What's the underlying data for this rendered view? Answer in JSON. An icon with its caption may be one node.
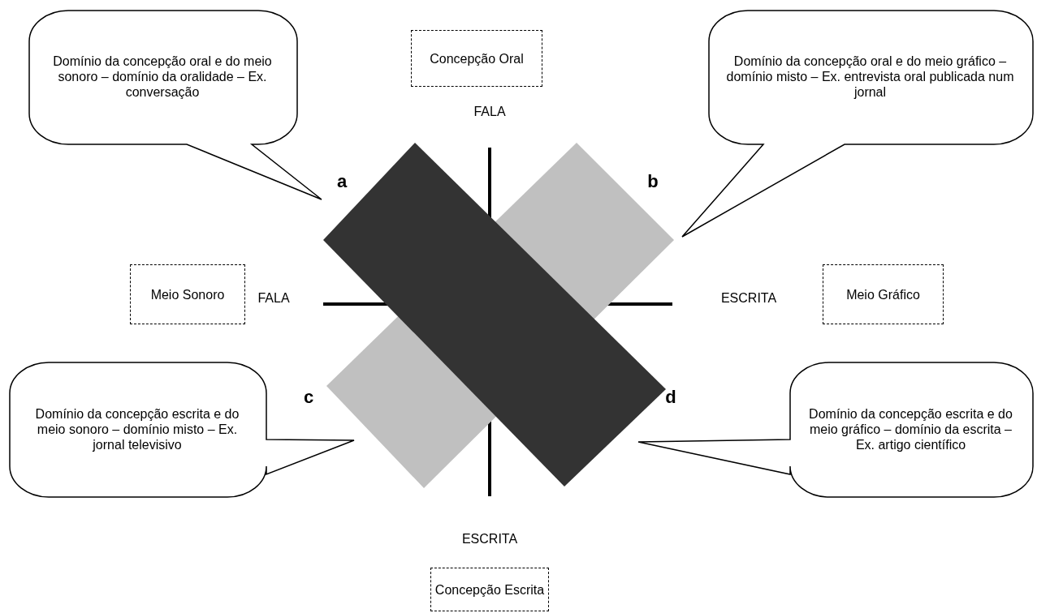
{
  "diagram": {
    "nodes": [
      {
        "text": [
          "Domínio da concepção oral e do meio sonoro – domínio da oralidade – Ex. conversação"
        ]
      },
      {
        "text": [
          "Concepção Oral"
        ]
      },
      {
        "text": [
          "Domínio da concepção oral e do meio gráfico – domínio misto – Ex. entrevista oral publicada num jornal"
        ]
      },
      {
        "text": [
          "Meio Sonoro"
        ]
      },
      {
        "text": [
          "Meio Gráfico"
        ]
      },
      {
        "text": [
          "Domínio da concepção escrita e do meio sonoro – domínio misto – Ex. jornal televisivo"
        ]
      },
      {
        "text": [
          "Domínio da concepção escrita e do meio gráfico – domínio da escrita – Ex. artigo científico"
        ]
      },
      {
        "text": [
          "Concepção Escrita"
        ]
      }
    ],
    "labels": [
      "FALA",
      "a",
      "b",
      "FALA",
      "ESCRITA",
      "c",
      "d",
      "ESCRITA"
    ]
  }
}
